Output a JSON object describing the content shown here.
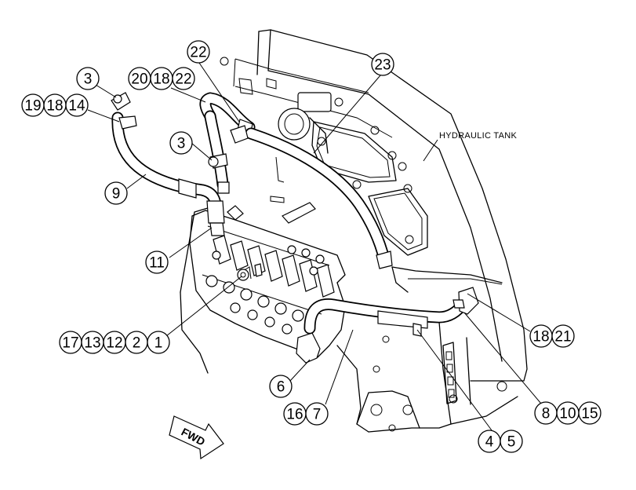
{
  "tank_label": "HYDRAULIC TANK",
  "fwd_label": "FWD",
  "callouts": [
    {
      "id": "c-22-top",
      "numbers": [
        "22"
      ]
    },
    {
      "id": "c-23",
      "numbers": [
        "23"
      ]
    },
    {
      "id": "c-3-top",
      "numbers": [
        "3"
      ]
    },
    {
      "id": "c-20-18-22",
      "numbers": [
        "20",
        "18",
        "22"
      ]
    },
    {
      "id": "c-19-18-14",
      "numbers": [
        "19",
        "18",
        "14"
      ]
    },
    {
      "id": "c-3-mid",
      "numbers": [
        "3"
      ]
    },
    {
      "id": "c-9",
      "numbers": [
        "9"
      ]
    },
    {
      "id": "c-11",
      "numbers": [
        "11"
      ]
    },
    {
      "id": "c-17-13-12-2-1",
      "numbers": [
        "17",
        "13",
        "12",
        "2",
        "1"
      ]
    },
    {
      "id": "c-6",
      "numbers": [
        "6"
      ]
    },
    {
      "id": "c-16-7",
      "numbers": [
        "16",
        "7"
      ]
    },
    {
      "id": "c-4-5",
      "numbers": [
        "4",
        "5"
      ]
    },
    {
      "id": "c-8-10-15",
      "numbers": [
        "8",
        "10",
        "15"
      ]
    },
    {
      "id": "c-18-21",
      "numbers": [
        "18",
        "21"
      ]
    }
  ]
}
